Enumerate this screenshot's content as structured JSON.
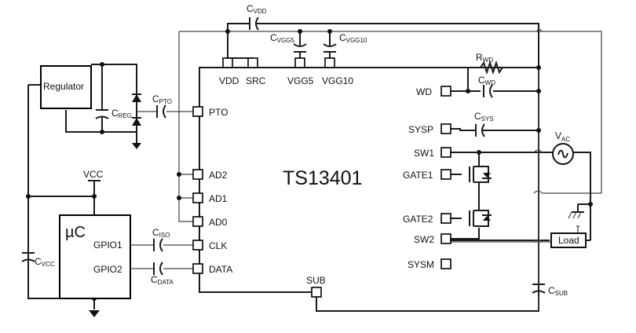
{
  "chip": {
    "name": "TS13401",
    "pins": {
      "vdd": "VDD",
      "src": "SRC",
      "vgg5": "VGG5",
      "vgg10": "VGG10",
      "pto": "PTO",
      "ad2": "AD2",
      "ad1": "AD1",
      "ad0": "AD0",
      "clk": "CLK",
      "data": "DATA",
      "wd": "WD",
      "sysp": "SYSP",
      "sw1": "SW1",
      "gate1": "GATE1",
      "gate2": "GATE2",
      "sw2": "SW2",
      "sysm": "SYSM",
      "sub": "SUB"
    }
  },
  "regulator": {
    "label": "Regulator"
  },
  "mcu": {
    "label": "µC",
    "gpio1": "GPIO1",
    "gpio2": "GPIO2"
  },
  "vcc": {
    "label": "VCC"
  },
  "load": {
    "label": "Load"
  },
  "vac": {
    "main": "V",
    "sub": "AC"
  },
  "components": {
    "cvdd": {
      "main": "C",
      "sub": "VDD"
    },
    "cvgg5": {
      "main": "C",
      "sub": "VGG5"
    },
    "cvgg10": {
      "main": "C",
      "sub": "VGG10"
    },
    "rwd": {
      "main": "R",
      "sub": "WD"
    },
    "cwd": {
      "main": "C",
      "sub": "WD"
    },
    "csys": {
      "main": "C",
      "sub": "SYS"
    },
    "creg": {
      "main": "C",
      "sub": "REG"
    },
    "cpto": {
      "main": "C",
      "sub": "PTO"
    },
    "ciso": {
      "main": "C",
      "sub": "ISO"
    },
    "cdata": {
      "main": "C",
      "sub": "DATA"
    },
    "cvcc": {
      "main": "C",
      "sub": "VCC"
    },
    "csub": {
      "main": "C",
      "sub": "SUB"
    }
  }
}
